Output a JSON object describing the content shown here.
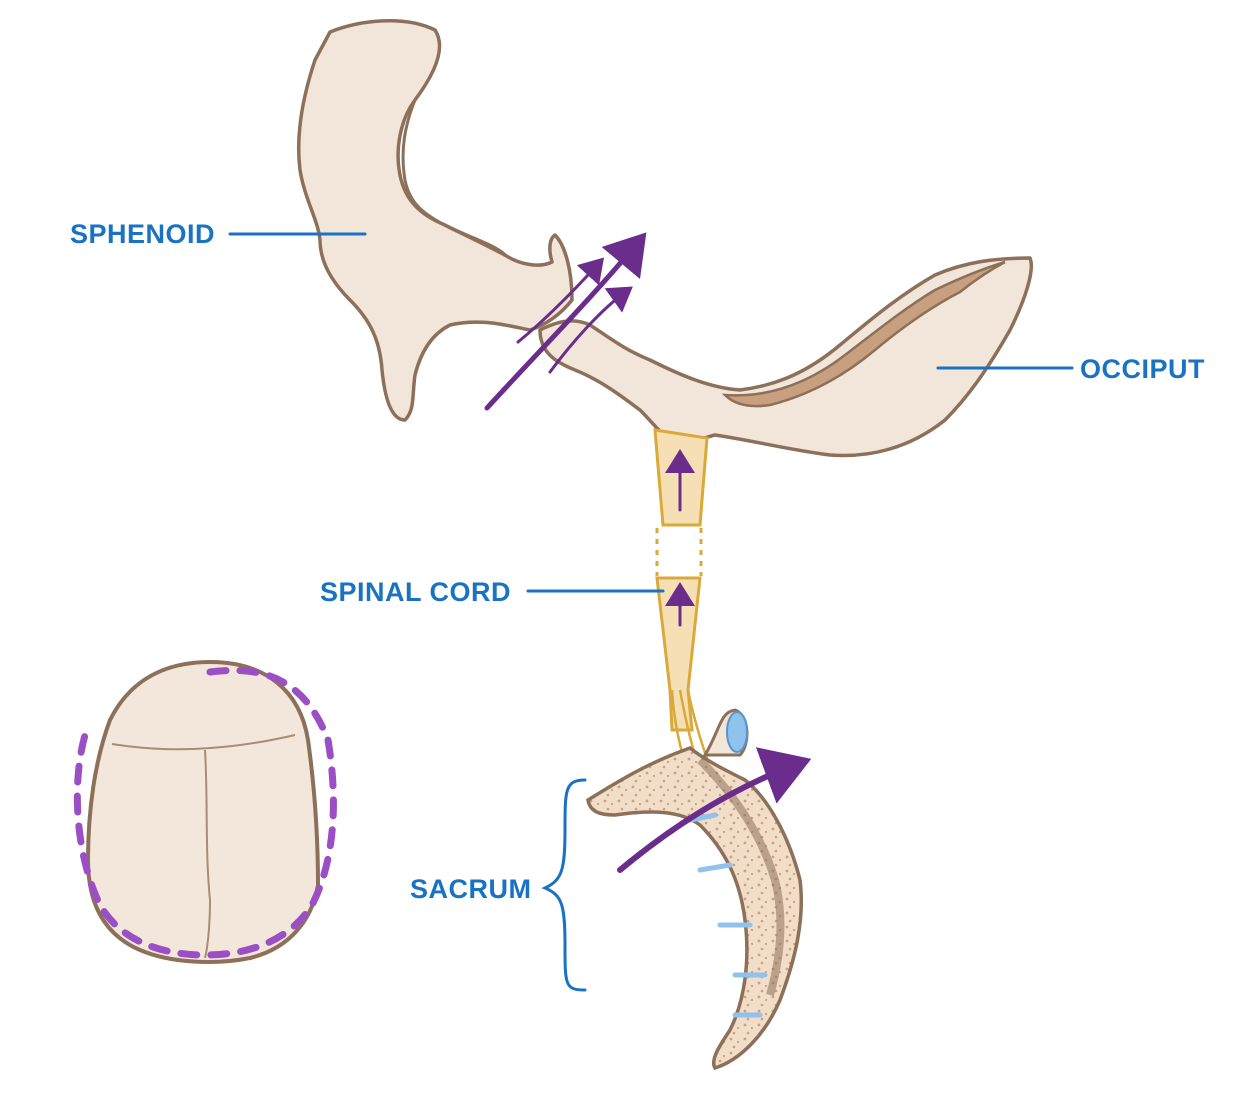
{
  "labels": {
    "sphenoid": "SPHENOID",
    "occiput": "OCCIPUT",
    "spinal_cord": "SPINAL CORD",
    "sacrum": "SACRUM"
  },
  "colors": {
    "label_blue": "#1a73c2",
    "arrow_purple": "#6a2d8c",
    "dashed_purple": "#9b4fc4",
    "bone_fill": "#f2e6da",
    "bone_outline": "#8c7059",
    "cord_fill": "#f6dfb4",
    "cord_outline": "#d9a93a",
    "disc_blue": "#8fc3ee"
  }
}
